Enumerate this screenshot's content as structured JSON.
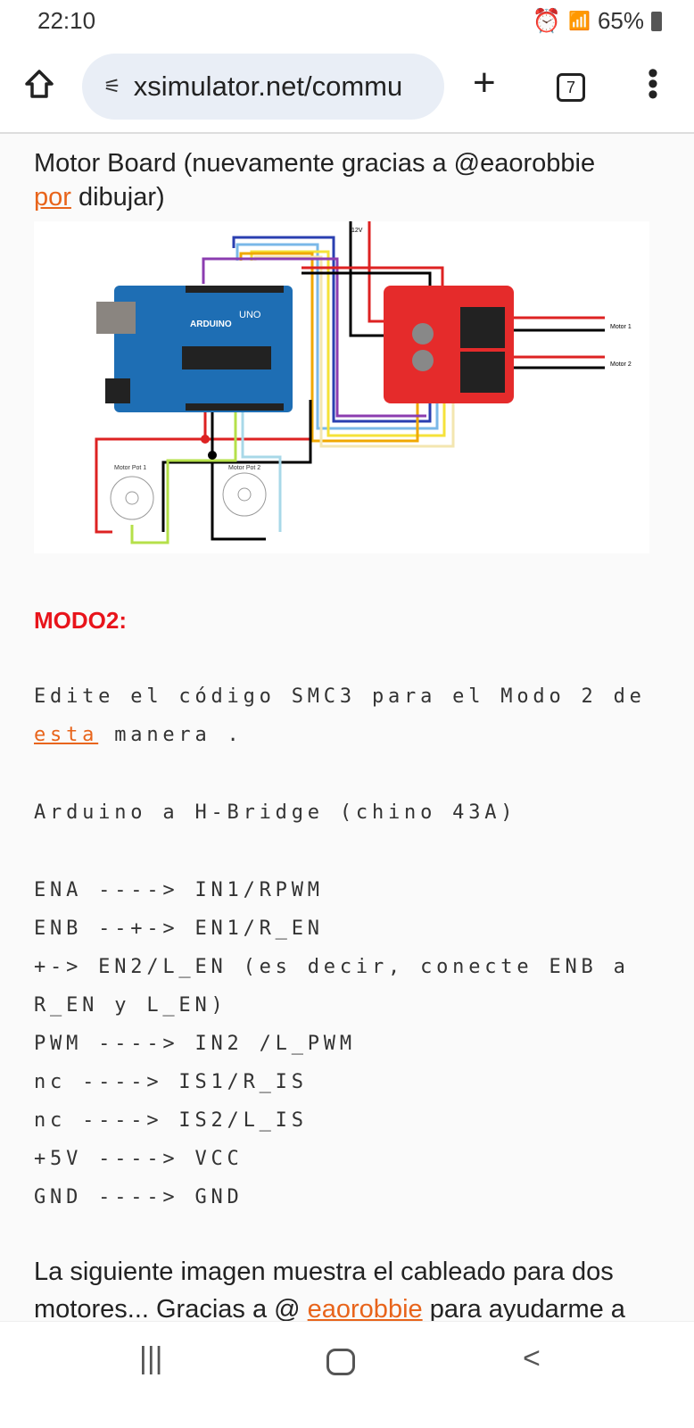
{
  "status_bar": {
    "time": "22:10",
    "battery": "65%",
    "icons": [
      "alarm-icon",
      "wifi-icon",
      "signal-icon",
      "battery-icon"
    ]
  },
  "browser": {
    "url": "xsimulator.net/commu",
    "tab_count": "7"
  },
  "article": {
    "line1": "Motor Board (nuevamente gracias a @eaorobbie",
    "link_por": "por",
    "line2_rest": " dibujar)",
    "diagram": {
      "v12": "12V",
      "motor1": "Motor 1",
      "motor2": "Motor 2",
      "pot1": "Motor Pot 1",
      "pot2": "Motor Pot 2",
      "arduino": "ARDUINO",
      "uno": "UNO"
    },
    "modo_heading": "MODO2:",
    "code_intro_pre": "Edite el código SMC3 para el Modo 2 de",
    "link_esta": "esta",
    "code_intro_post": " manera .",
    "bridge_title": "Arduino a H-Bridge (chino 43A)",
    "lines": [
      "ENA ----> IN1/RPWM",
      "ENB --+-> EN1/R_EN",
      "+-> EN2/L_EN (es decir, conecte ENB a",
      "R_EN y L_EN)",
      "PWM ----> IN2 /L_PWM",
      "nc ----> IS1/R_IS",
      "nc ----> IS2/L_IS",
      "+5V ----> VCC",
      "GND ----> GND"
    ],
    "para_line1": "La siguiente imagen muestra el cableado para dos",
    "para_line2_pre": "motores... Gracias a @ ",
    "link_eaorobbie": "eaorobbie",
    "para_line2_post": " para ayudarme a"
  },
  "colors": {
    "link": "#e8641b",
    "heading": "#e8141b"
  }
}
